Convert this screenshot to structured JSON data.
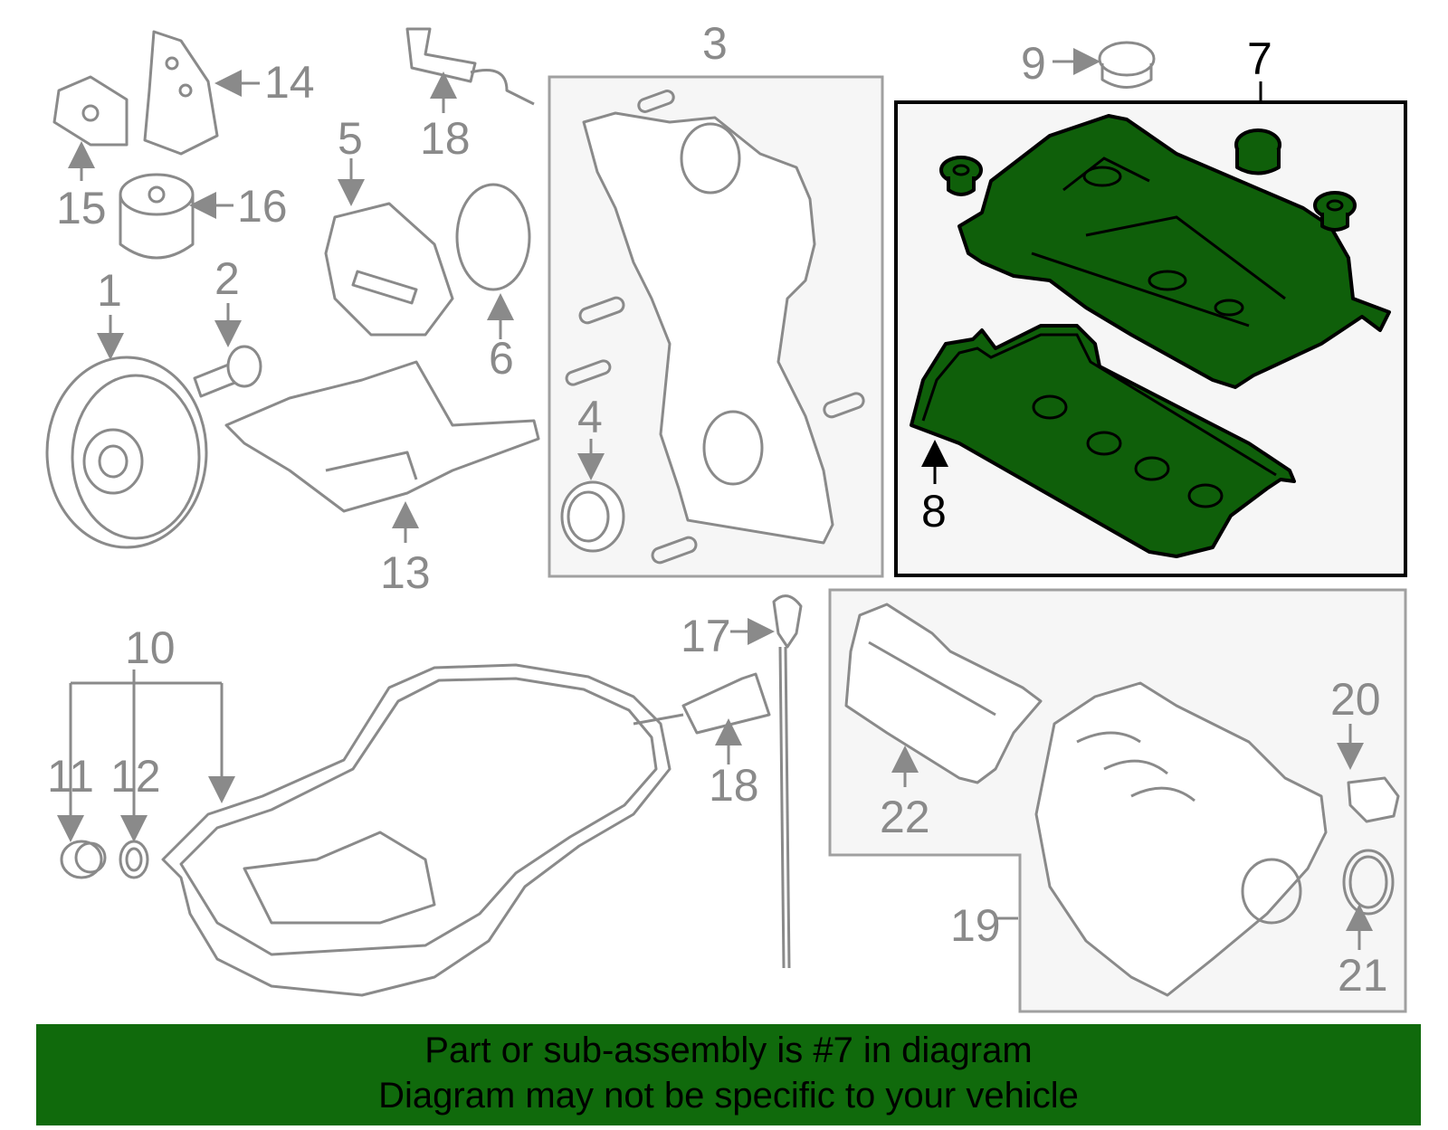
{
  "diagram": {
    "labels": {
      "l1": "1",
      "l2": "2",
      "l3": "3",
      "l4": "4",
      "l5": "5",
      "l6": "6",
      "l7": "7",
      "l8": "8",
      "l9": "9",
      "l10": "10",
      "l11": "11",
      "l12": "12",
      "l13": "13",
      "l14": "14",
      "l15": "15",
      "l16": "16",
      "l17": "17",
      "l18a": "18",
      "l18b": "18",
      "l19": "19",
      "l20": "20",
      "l21": "21",
      "l22": "22"
    },
    "highlighted_part": "7",
    "colors": {
      "highlight": "#0f5f0a",
      "banner": "#106a0c",
      "outline": "#8a8a8a"
    }
  },
  "banner": {
    "line1": "Part or sub-assembly is #7 in diagram",
    "line2": "Diagram may not be specific to your vehicle"
  }
}
